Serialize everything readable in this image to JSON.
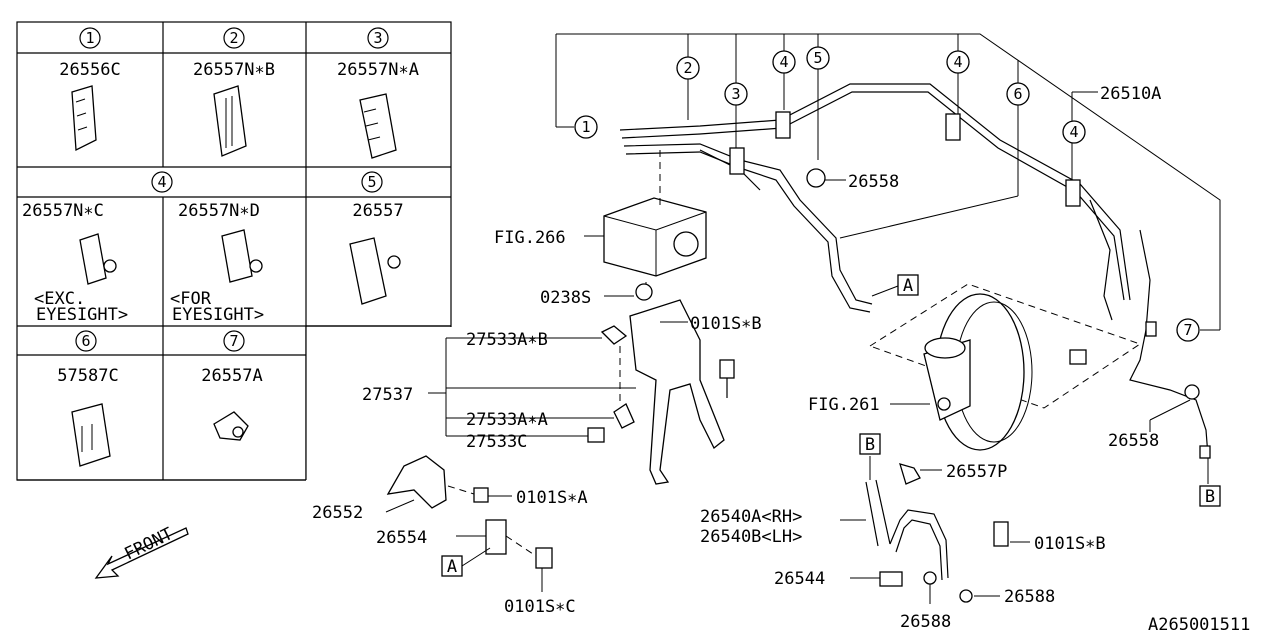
{
  "table": {
    "cells": [
      {
        "num": "1",
        "part": "26556C"
      },
      {
        "num": "2",
        "part": "26557N∗B"
      },
      {
        "num": "3",
        "part": "26557N∗A"
      },
      {
        "num": "4",
        "part_a": "26557N∗C",
        "note_a": [
          "<EXC.",
          "EYESIGHT>"
        ],
        "part_b": "26557N∗D",
        "note_b": [
          "<FOR",
          "EYESIGHT>"
        ]
      },
      {
        "num": "5",
        "part": "26557"
      },
      {
        "num": "6",
        "part": "57587C"
      },
      {
        "num": "7",
        "part": "26557A"
      }
    ]
  },
  "callouts": [
    "1",
    "2",
    "3",
    "4",
    "5",
    "4",
    "6",
    "4",
    "7"
  ],
  "labels": {
    "l26510A": "26510A",
    "l26558a": "26558",
    "lfig266": "FIG.266",
    "l0238S": "0238S",
    "l0101SB": "0101S∗B",
    "l27533AB": "27533A∗B",
    "l27537": "27537",
    "l27533AA": "27533A∗A",
    "l27533C": "27533C",
    "lfig261": "FIG.261",
    "l26558b": "26558",
    "l26557P": "26557P",
    "l26540A": "26540A<RH>",
    "l26540B": "26540B<LH>",
    "l0101SB2": "0101S∗B",
    "l26544": "26544",
    "l26588a": "26588",
    "l26588b": "26588",
    "l26552": "26552",
    "l0101SA": "0101S∗A",
    "l26554": "26554",
    "l0101SC": "0101S∗C",
    "front": "FRONT"
  },
  "refs": {
    "A": "A",
    "B": "B"
  },
  "code": "A265001511"
}
